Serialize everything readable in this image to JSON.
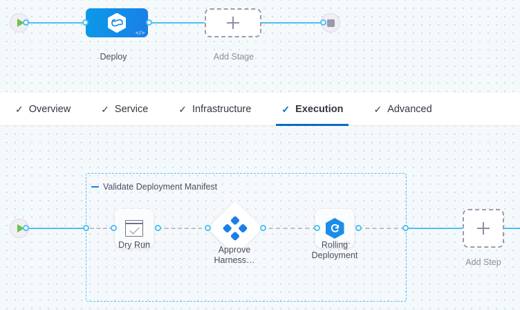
{
  "stage_canvas": {
    "start_node": {
      "icon": "play-icon",
      "label": ""
    },
    "end_node": {
      "icon": "stop-icon",
      "label": ""
    },
    "nodes": [
      {
        "name": "Deploy",
        "label": "Deploy",
        "icon": "harness-infinity-icon",
        "badge": "</>",
        "type": "stage"
      },
      {
        "name": "Add Stage",
        "label": "Add Stage",
        "icon": "plus-icon",
        "type": "add"
      }
    ]
  },
  "tabs": [
    {
      "label": "Overview",
      "checked": true,
      "active": false
    },
    {
      "label": "Service",
      "checked": true,
      "active": false
    },
    {
      "label": "Infrastructure",
      "checked": true,
      "active": false
    },
    {
      "label": "Execution",
      "checked": true,
      "active": true
    },
    {
      "label": "Advanced",
      "checked": true,
      "active": false
    }
  ],
  "tab_check_glyph": "✓",
  "execution_canvas": {
    "start_node": {
      "icon": "play-icon"
    },
    "step_group": {
      "title": "Validate Deployment Manifest",
      "collapse_icon": "minus-icon"
    },
    "steps": [
      {
        "name": "Dry Run",
        "label": "Dry Run",
        "icon": "window-check-icon",
        "badge": "</>",
        "shape": "rounded"
      },
      {
        "name": "Approve Harness",
        "label": "Approve\nHarness…",
        "icon": "approval-dots-icon",
        "badge": "",
        "shape": "diamond"
      },
      {
        "name": "Rolling Deployment",
        "label": "Rolling\nDeployment",
        "icon": "rolling-hexagon-icon",
        "badge": "</>",
        "shape": "rounded"
      }
    ],
    "add_step": {
      "label": "Add Step",
      "icon": "plus-icon"
    }
  },
  "colors": {
    "accent_blue": "#0b6cc4",
    "connector_blue": "#4ec0f0",
    "stage_blue": "#1b7ee8",
    "group_border": "#56bff0",
    "canvas_bg": "#f4f9fc",
    "play_green": "#6cc24a",
    "stop_gray": "#9b99ad"
  }
}
